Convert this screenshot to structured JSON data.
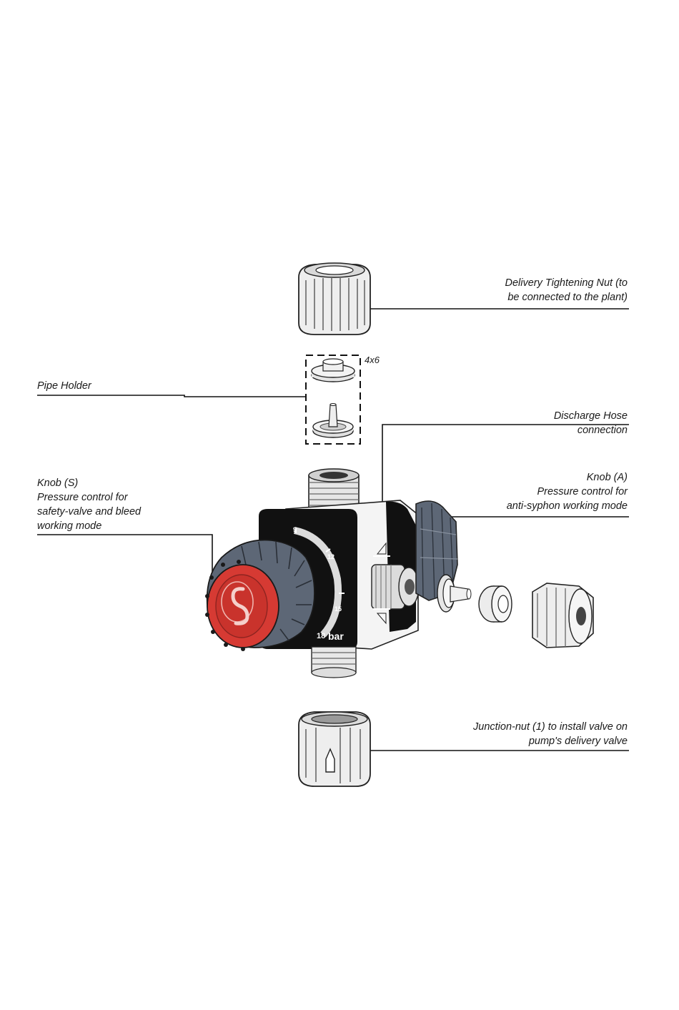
{
  "labels": {
    "delivery_nut": [
      "Delivery Tightening Nut  (to",
      "be connected to  the plant)"
    ],
    "pipe_holder": [
      "Pipe Holder"
    ],
    "pipe_holder_qty": "4x6",
    "discharge_hose": [
      "Discharge Hose",
      "connection"
    ],
    "knob_s": [
      "Knob (S)",
      "Pressure control  for",
      "safety-valve and bleed",
      "working mode"
    ],
    "knob_a": [
      "Knob (A)",
      "Pressure control  for",
      "anti-syphon working mode"
    ],
    "junction_nut": [
      "Junction-nut (1) to install valve on",
      "pump's delivery valve"
    ]
  },
  "dial": {
    "ticks": [
      "9",
      "12",
      "15"
    ],
    "max": "18",
    "unit": "bar"
  },
  "colors": {
    "knob_red": "#d63a33",
    "knob_grey": "#5d6776",
    "body_black": "#111111",
    "parts_light": "#eeeeee",
    "line": "#111111"
  }
}
